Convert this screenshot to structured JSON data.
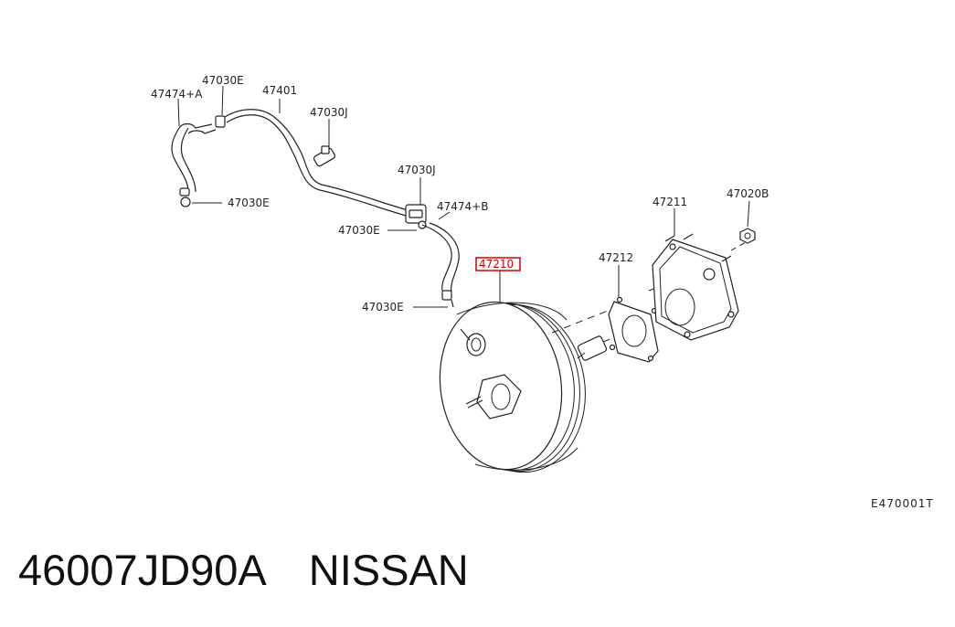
{
  "labels": {
    "l1": "47474+A",
    "l2": "47030E",
    "l3": "47401",
    "l4": "47030J",
    "l5": "47030E",
    "l6": "47030J",
    "l7": "47474+B",
    "l8": "47030E",
    "l9": "47210",
    "l10": "47030E",
    "l11": "47212",
    "l12": "47211",
    "l13": "47020B"
  },
  "highlight": {
    "color": "#d00000",
    "part": "47210"
  },
  "diagram_code": "E470001T",
  "footer": {
    "part_number": "46007JD90A",
    "brand": "NISSAN"
  }
}
